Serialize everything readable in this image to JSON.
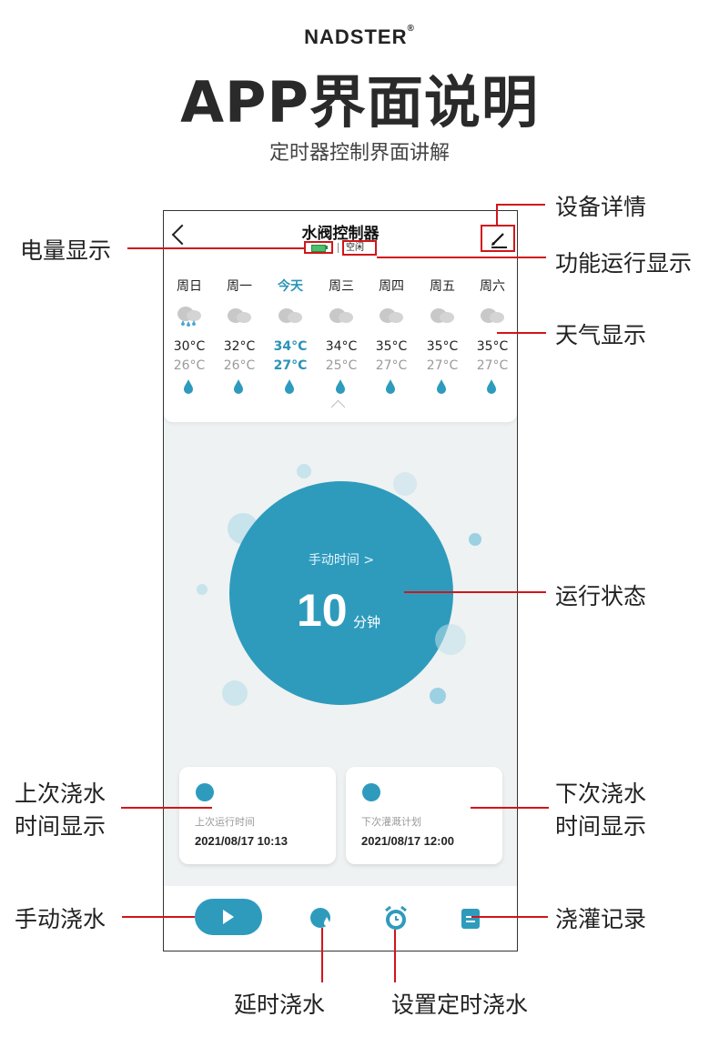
{
  "header": {
    "brand": "NADSTER",
    "brand_mark": "®",
    "title": "APP界面说明",
    "subtitle": "定时器控制界面讲解"
  },
  "app": {
    "title": "水阀控制器",
    "status": "空闲",
    "weather": [
      {
        "day": "周日",
        "high": "30°C",
        "low": "26°C",
        "icon": "rain-cloud-icon"
      },
      {
        "day": "周一",
        "high": "32°C",
        "low": "26°C",
        "icon": "cloud-icon"
      },
      {
        "day": "今天",
        "high": "34°C",
        "low": "27°C",
        "icon": "cloud-icon",
        "today": true
      },
      {
        "day": "周三",
        "high": "34°C",
        "low": "25°C",
        "icon": "cloud-icon"
      },
      {
        "day": "周四",
        "high": "35°C",
        "low": "27°C",
        "icon": "cloud-icon"
      },
      {
        "day": "周五",
        "high": "35°C",
        "low": "27°C",
        "icon": "cloud-icon"
      },
      {
        "day": "周六",
        "high": "35°C",
        "low": "27°C",
        "icon": "cloud-icon"
      }
    ],
    "main": {
      "label": "手动时间 >",
      "value": "10",
      "unit": "分钟"
    },
    "last_run": {
      "label": "上次运行时间",
      "time": "2021/08/17 10:13"
    },
    "next_plan": {
      "label": "下次灌溉计划",
      "time": "2021/08/17 12:00"
    }
  },
  "annotations": {
    "device_detail": "设备详情",
    "battery": "电量显示",
    "function_status": "功能运行显示",
    "weather": "天气显示",
    "run_status": "运行状态",
    "last_water_1": "上次浇水",
    "last_water_2": "时间显示",
    "next_water_1": "下次浇水",
    "next_water_2": "时间显示",
    "manual": "手动浇水",
    "record": "浇灌记录",
    "delay": "延时浇水",
    "timer": "设置定时浇水"
  },
  "colors": {
    "accent": "#2e9bbd",
    "annotation_line": "#d0161a",
    "battery": "#4ac06b"
  }
}
